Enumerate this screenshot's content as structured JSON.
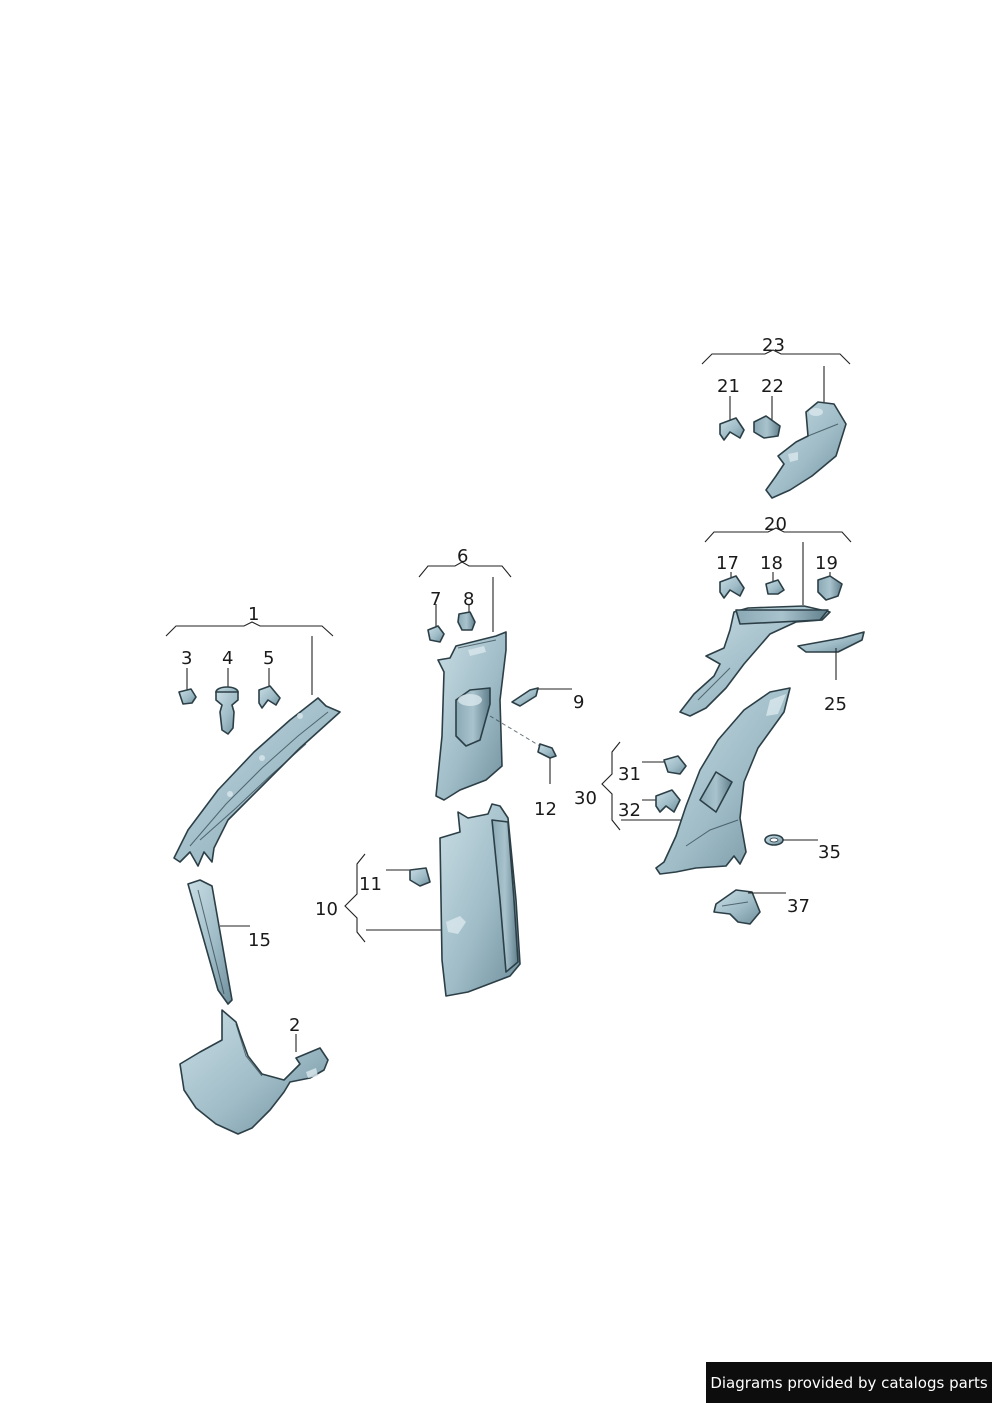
{
  "labels": {
    "p1": "1",
    "p2": "2",
    "p3": "3",
    "p4": "4",
    "p5": "5",
    "p6": "6",
    "p7": "7",
    "p8": "8",
    "p9": "9",
    "p10": "10",
    "p11": "11",
    "p12": "12",
    "p15": "15",
    "p17": "17",
    "p18": "18",
    "p19": "19",
    "p20": "20",
    "p21": "21",
    "p22": "22",
    "p23": "23",
    "p25": "25",
    "p30": "30",
    "p31": "31",
    "p32": "32",
    "p35": "35",
    "p37": "37"
  },
  "footer": {
    "credit": "Diagrams provided by catalogs parts"
  },
  "colors": {
    "part_light": "#b3cdd6",
    "part_dark": "#6f8f9c",
    "outline": "#2c3f47"
  }
}
